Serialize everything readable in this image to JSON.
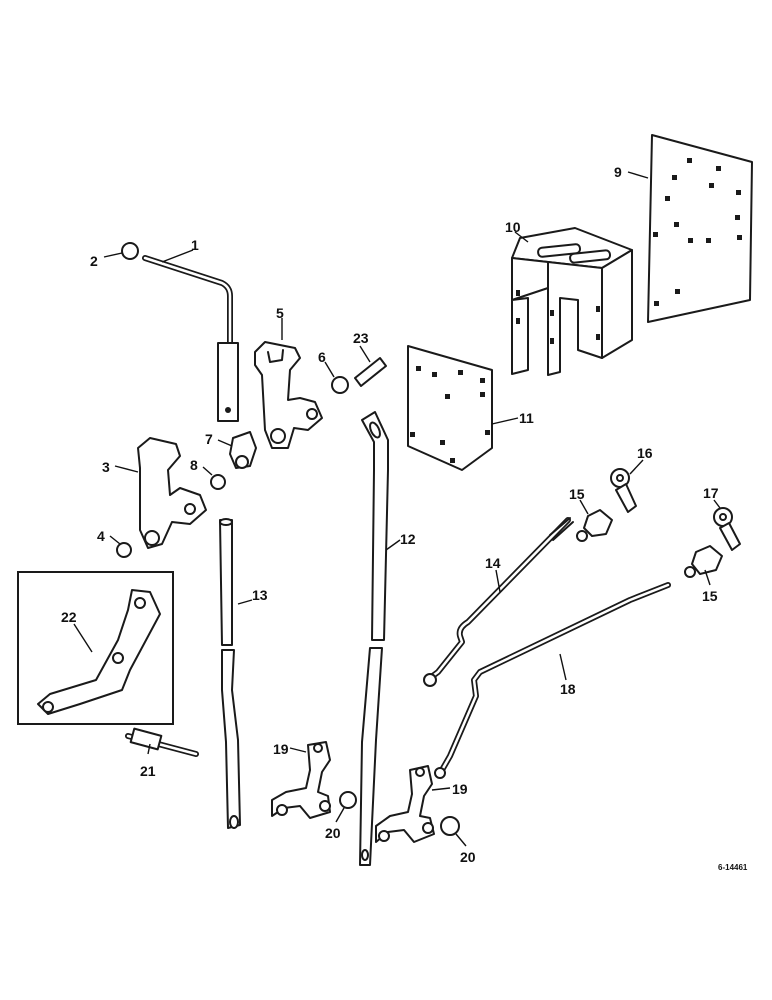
{
  "figure": {
    "reference_code": "6-14461"
  },
  "callouts": [
    {
      "id": "c1",
      "label": "1"
    },
    {
      "id": "c2",
      "label": "2"
    },
    {
      "id": "c3",
      "label": "3"
    },
    {
      "id": "c4",
      "label": "4"
    },
    {
      "id": "c5",
      "label": "5"
    },
    {
      "id": "c6",
      "label": "6"
    },
    {
      "id": "c7",
      "label": "7"
    },
    {
      "id": "c8",
      "label": "8"
    },
    {
      "id": "c9",
      "label": "9"
    },
    {
      "id": "c10",
      "label": "10"
    },
    {
      "id": "c11",
      "label": "11"
    },
    {
      "id": "c12",
      "label": "12"
    },
    {
      "id": "c13",
      "label": "13"
    },
    {
      "id": "c14",
      "label": "14"
    },
    {
      "id": "c15a",
      "label": "15"
    },
    {
      "id": "c15b",
      "label": "15"
    },
    {
      "id": "c16",
      "label": "16"
    },
    {
      "id": "c17",
      "label": "17"
    },
    {
      "id": "c18",
      "label": "18"
    },
    {
      "id": "c19a",
      "label": "19"
    },
    {
      "id": "c19b",
      "label": "19"
    },
    {
      "id": "c20a",
      "label": "20"
    },
    {
      "id": "c20b",
      "label": "20"
    },
    {
      "id": "c21",
      "label": "21"
    },
    {
      "id": "c22",
      "label": "22"
    },
    {
      "id": "c23",
      "label": "23"
    }
  ]
}
